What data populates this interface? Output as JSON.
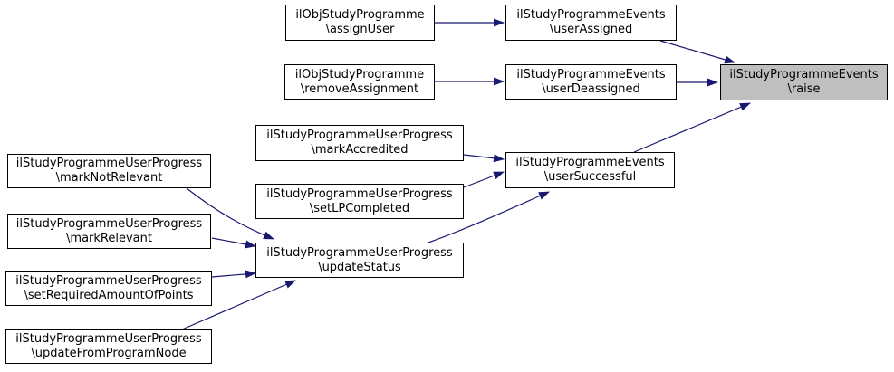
{
  "graph": {
    "type": "doxygen-caller-graph",
    "colors": {
      "background": "#ffffff",
      "edge": "#191970",
      "node_fill": "#ffffff",
      "node_border": "#000000",
      "highlight_fill": "#bfbfbf",
      "text": "#000000"
    },
    "nodes": {
      "assignUser": {
        "class": "ilObjStudyProgramme",
        "method": "\\assignUser"
      },
      "removeAssignment": {
        "class": "ilObjStudyProgramme",
        "method": "\\removeAssignment"
      },
      "userAssigned": {
        "class": "ilStudyProgrammeEvents",
        "method": "\\userAssigned"
      },
      "userDeassigned": {
        "class": "ilStudyProgrammeEvents",
        "method": "\\userDeassigned"
      },
      "raise": {
        "class": "ilStudyProgrammeEvents",
        "method": "\\raise",
        "highlighted": true
      },
      "markAccredited": {
        "class": "ilStudyProgrammeUserProgress",
        "method": "\\markAccredited"
      },
      "setLPCompleted": {
        "class": "ilStudyProgrammeUserProgress",
        "method": "\\setLPCompleted"
      },
      "userSuccessful": {
        "class": "ilStudyProgrammeEvents",
        "method": "\\userSuccessful"
      },
      "markNotRelevant": {
        "class": "ilStudyProgrammeUserProgress",
        "method": "\\markNotRelevant"
      },
      "markRelevant": {
        "class": "ilStudyProgrammeUserProgress",
        "method": "\\markRelevant"
      },
      "setRequiredAmountOfPoints": {
        "class": "ilStudyProgrammeUserProgress",
        "method": "\\setRequiredAmountOfPoints"
      },
      "updateFromProgramNode": {
        "class": "ilStudyProgrammeUserProgress",
        "method": "\\updateFromProgramNode"
      },
      "updateStatus": {
        "class": "ilStudyProgrammeUserProgress",
        "method": "\\updateStatus"
      }
    },
    "edges": [
      {
        "from": "assignUser",
        "to": "userAssigned"
      },
      {
        "from": "removeAssignment",
        "to": "userDeassigned"
      },
      {
        "from": "userAssigned",
        "to": "raise"
      },
      {
        "from": "userDeassigned",
        "to": "raise"
      },
      {
        "from": "userSuccessful",
        "to": "raise"
      },
      {
        "from": "markAccredited",
        "to": "userSuccessful"
      },
      {
        "from": "setLPCompleted",
        "to": "userSuccessful"
      },
      {
        "from": "updateStatus",
        "to": "userSuccessful"
      },
      {
        "from": "markNotRelevant",
        "to": "updateStatus"
      },
      {
        "from": "markRelevant",
        "to": "updateStatus"
      },
      {
        "from": "setRequiredAmountOfPoints",
        "to": "updateStatus"
      },
      {
        "from": "updateFromProgramNode",
        "to": "updateStatus"
      }
    ]
  }
}
